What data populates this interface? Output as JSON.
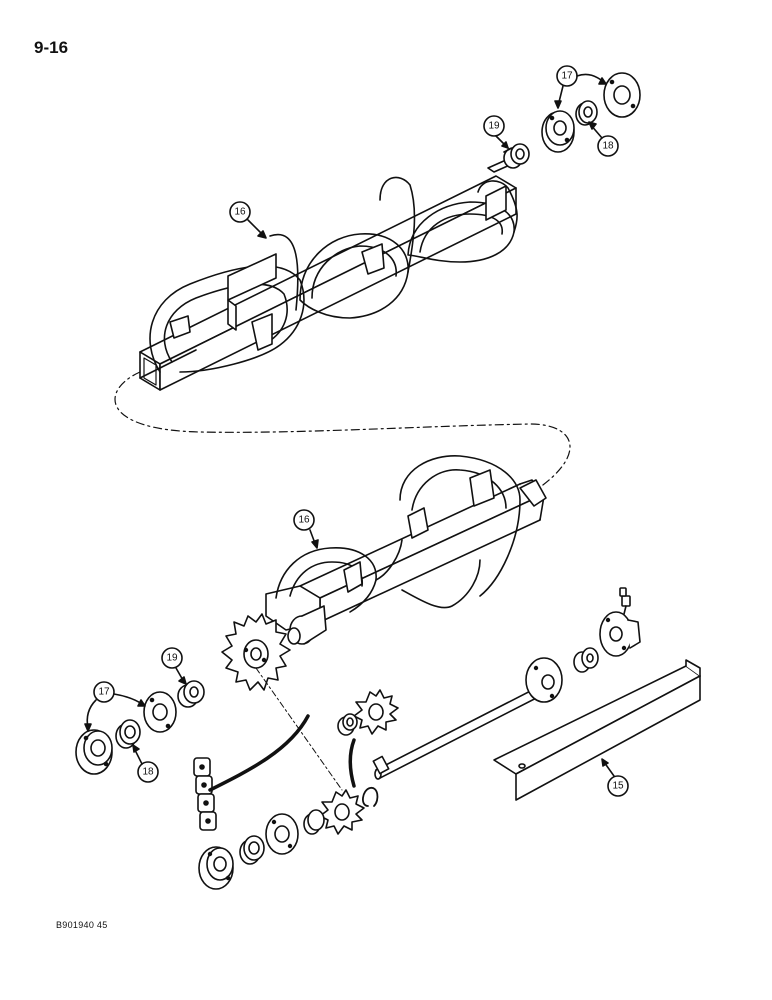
{
  "page": {
    "number": "9-16",
    "drawing_code": "B901940 45"
  },
  "callouts": {
    "c15": "15",
    "c16_upper": "16",
    "c16_lower": "16",
    "c17_upper": "17",
    "c17_lower": "17",
    "c18_upper": "18",
    "c18_lower": "18",
    "c19_upper": "19",
    "c19_lower": "19"
  }
}
